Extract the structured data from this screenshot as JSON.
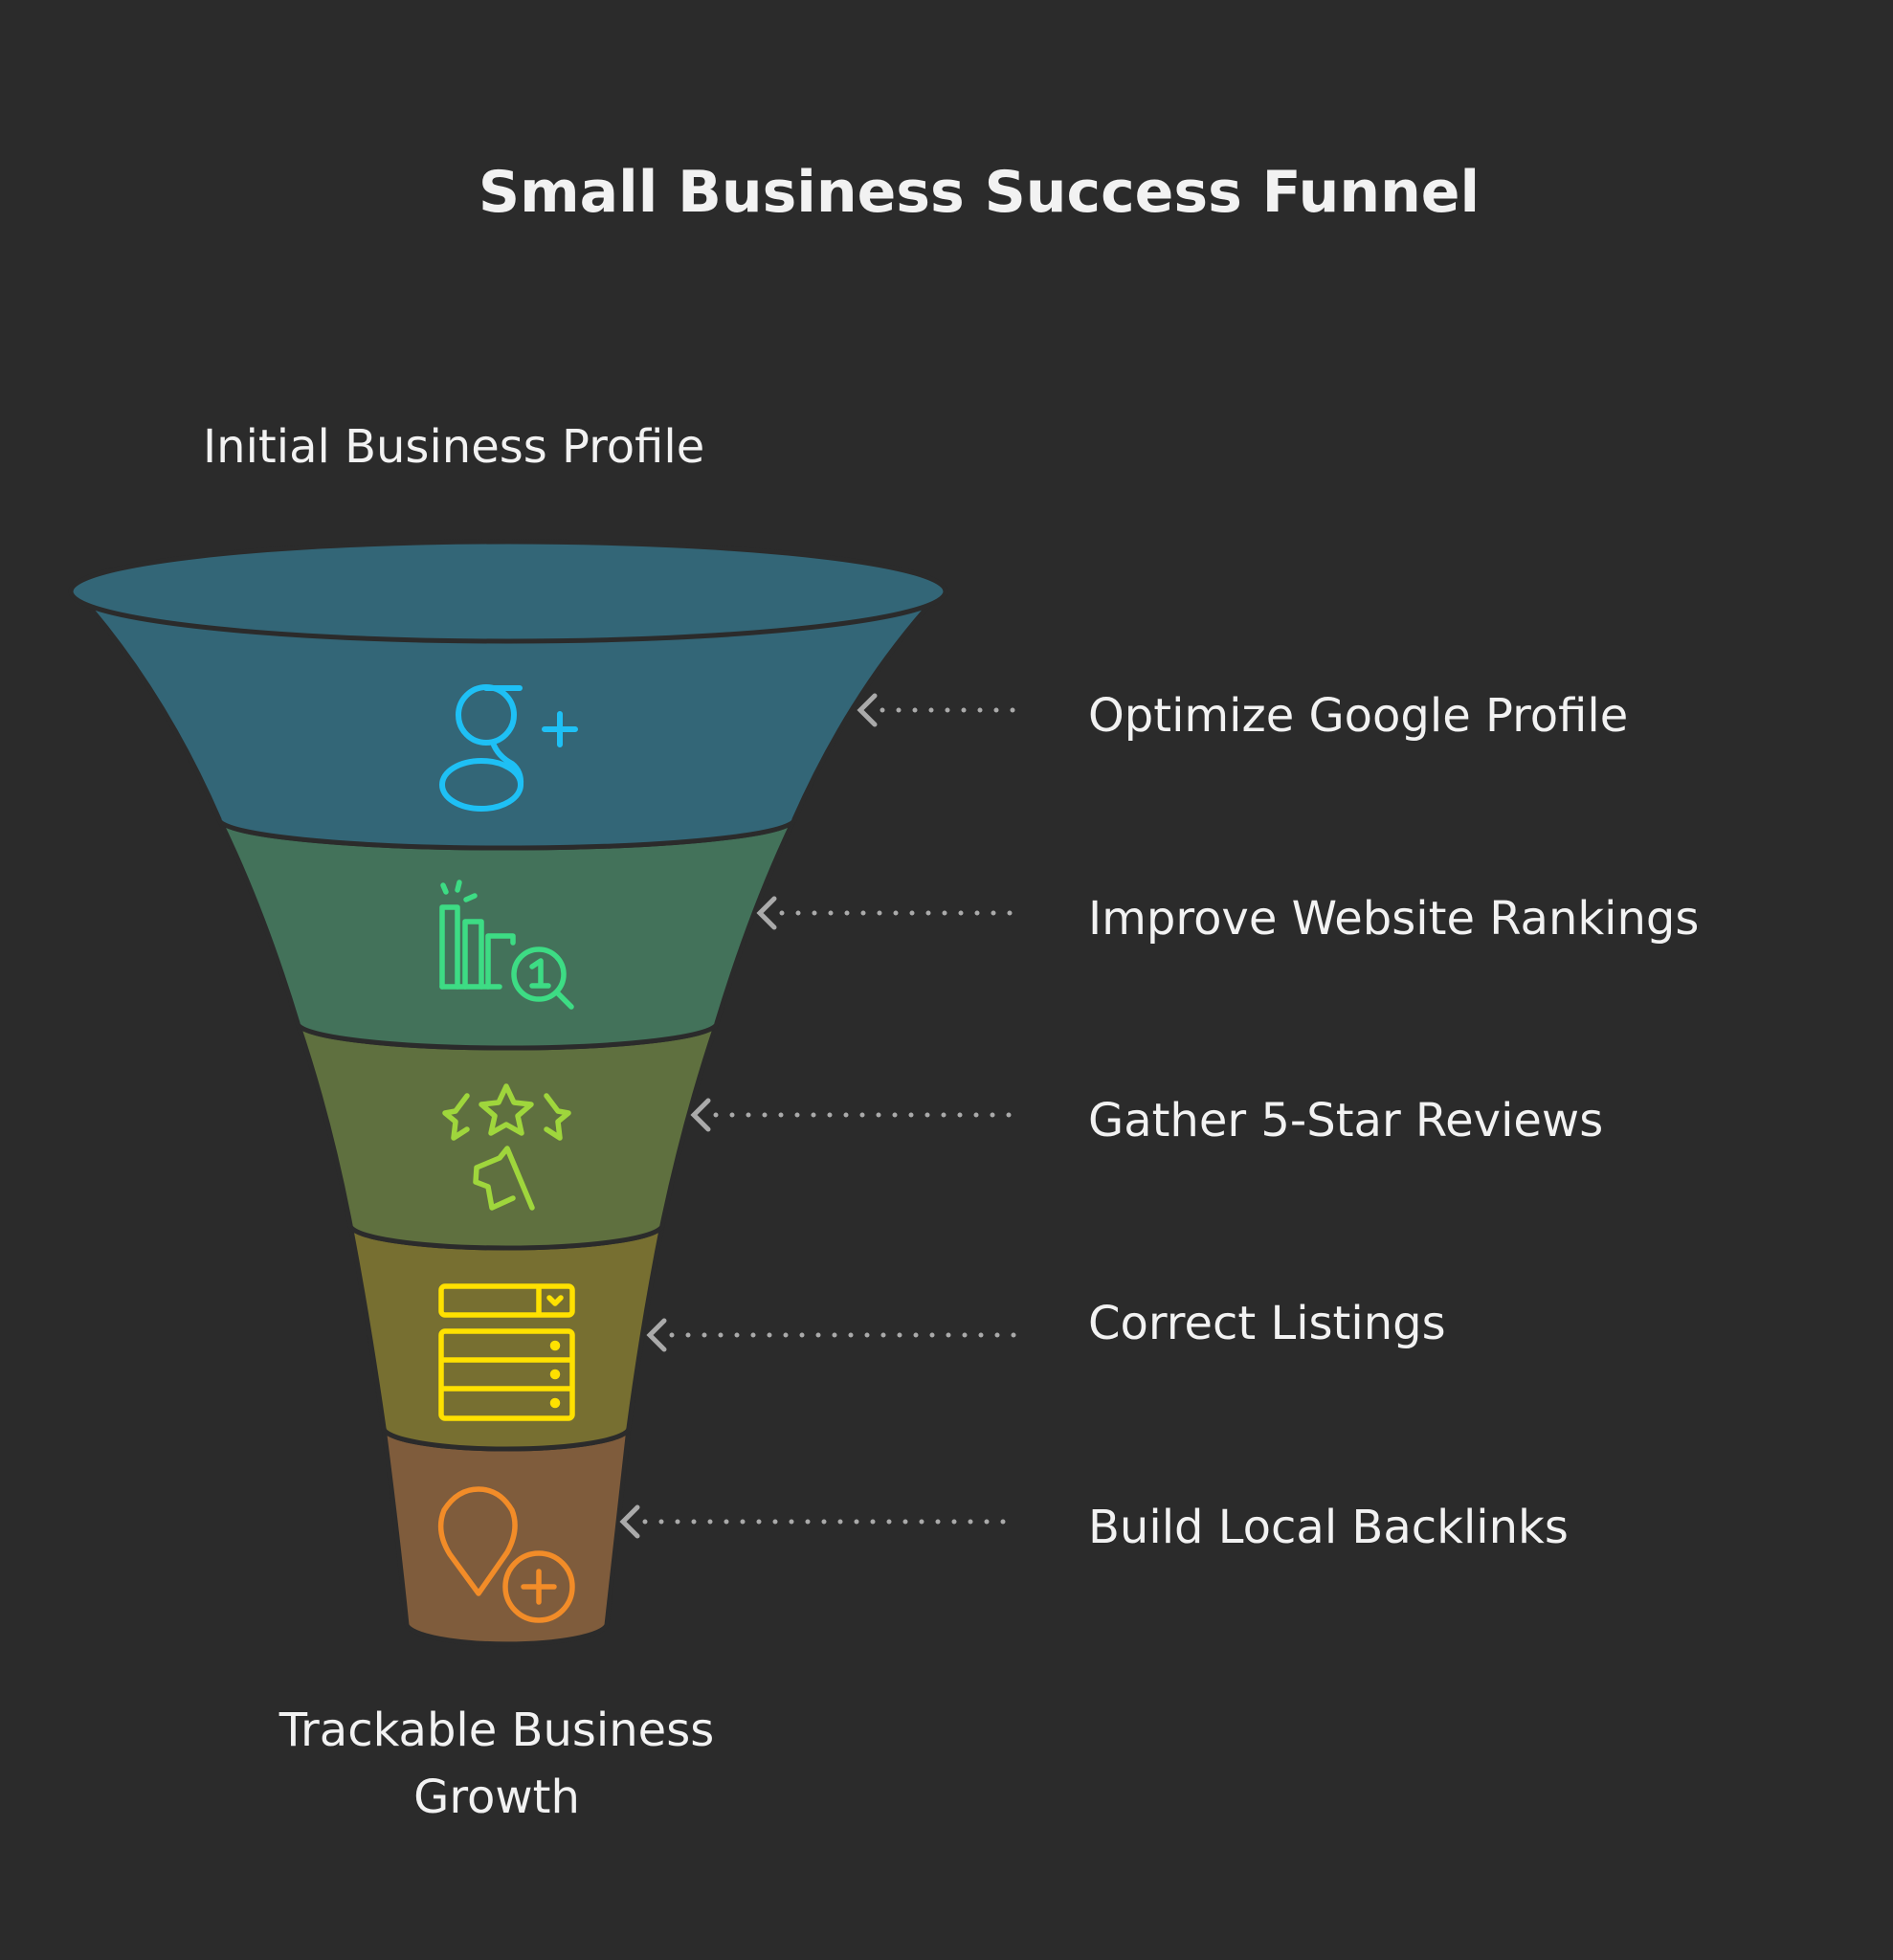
{
  "title": "Small Business Success Funnel",
  "top_label": "Initial Business Profile",
  "bottom_label": [
    "Trackable Business",
    "Growth"
  ],
  "colors": {
    "background": "#2b2b2b",
    "bands": [
      "#336677",
      "#43725a",
      "#5f703f",
      "#776f31",
      "#7f5c3c"
    ],
    "icons": [
      "#1ec0f5",
      "#3ddc84",
      "#9fd63c",
      "#ffe100",
      "#f28c28"
    ],
    "arrow": "#aaaaaa"
  },
  "stages": [
    {
      "label": "Optimize Google Profile",
      "icon": "google-plus-icon"
    },
    {
      "label": "Improve Website Rankings",
      "icon": "ranking-search-icon"
    },
    {
      "label": "Gather 5-Star Reviews",
      "icon": "star-reviews-icon"
    },
    {
      "label": "Correct Listings",
      "icon": "listings-icon"
    },
    {
      "label": "Build Local Backlinks",
      "icon": "location-add-icon"
    }
  ]
}
